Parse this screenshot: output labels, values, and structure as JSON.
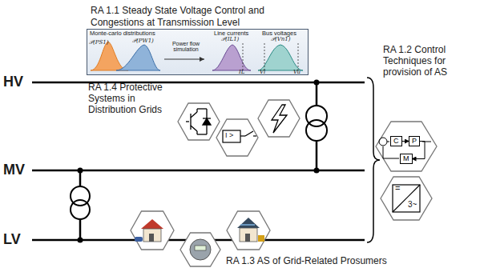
{
  "diagram": {
    "nodes": [
      {
        "text": [
          "RA 1.1 Steady State Voltage Control and Congestions at Transmission Level",
          "Monte-carlo distributions",
          "Power flow simulation",
          "Line currents",
          "Bus voltages"
        ]
      },
      {
        "text": [
          "C"
        ]
      },
      {
        "text": [
          "P"
        ]
      },
      {
        "text": [
          "M"
        ]
      }
    ],
    "edges": [
      {
        "from": 1,
        "to": 2,
        "arrow": "to"
      },
      {
        "from": 2,
        "to": 3,
        "arrow": "to"
      }
    ],
    "labels": [
      "HV",
      "MV",
      "LV",
      "RA 1.2 Control Techniques for provision of AS",
      "RA 1.4 Protective Systems in Distribution Grids",
      "RA 1.3 AS of Grid-Related Prosumers",
      "𝒫(PS1)",
      "𝒫(PW1)",
      "𝒫(IL1)",
      "IL",
      "𝒫(Vn1)",
      "Vl",
      "Vu",
      "I >",
      "=",
      "3~"
    ]
  }
}
